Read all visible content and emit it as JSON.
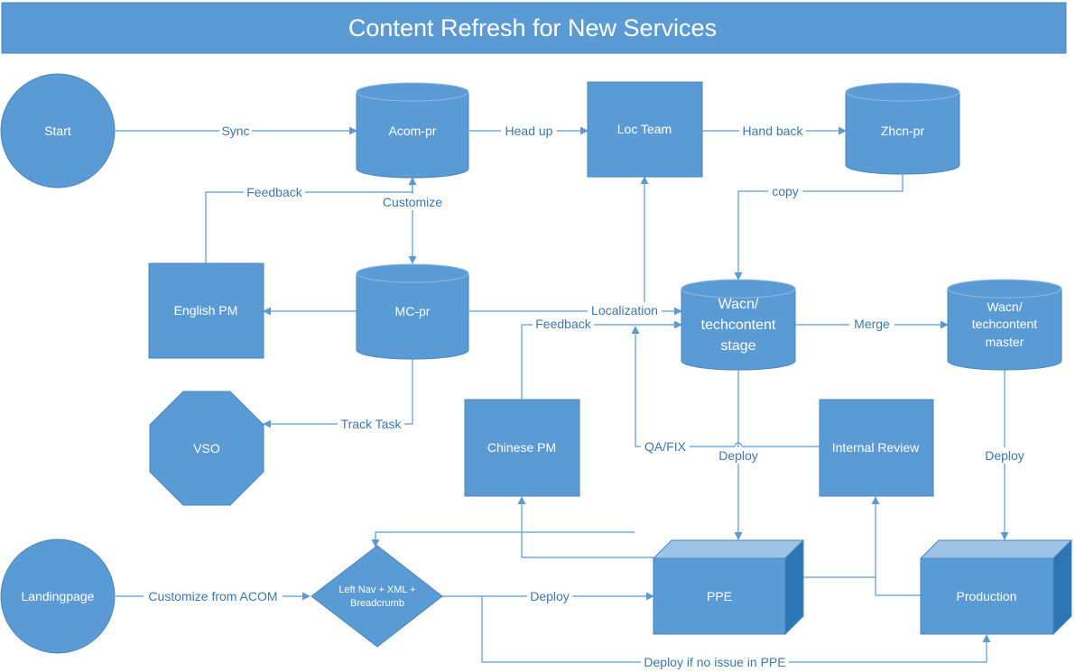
{
  "title": "Content Refresh for New Services",
  "colors": {
    "node_fill": "#5b9bd5",
    "node_stroke": "#4a86bf",
    "edge": "#5b9bd5",
    "label_text": "#3a78b8"
  },
  "nodes": {
    "start": "Start",
    "acom_pr": "Acom-pr",
    "loc_team": "Loc Team",
    "zhcn_pr": "Zhcn-pr",
    "english_pm": "English PM",
    "mc_pr": "MC-pr",
    "wacn_stage": [
      "Wacn/",
      "techcontent",
      "stage"
    ],
    "wacn_master": [
      "Wacn/",
      "techcontent",
      "master"
    ],
    "vso": "VSO",
    "chinese_pm": "Chinese PM",
    "internal_review": "Internal Review",
    "landingpage": "Landingpage",
    "left_nav": [
      "Left Nav + XML +",
      "Breadcrumb"
    ],
    "ppe": "PPE",
    "production": "Production"
  },
  "edges": {
    "sync": "Sync",
    "head_up": "Head up",
    "hand_back": "Hand back",
    "feedback_top": "Feedback",
    "customize": "Customize",
    "copy": "copy",
    "localization": "Localization",
    "feedback_mid": "Feedback",
    "merge": "Merge",
    "track_task": "Track Task",
    "qa_fix": "QA/FIX",
    "deploy_stage": "Deploy",
    "deploy_master": "Deploy",
    "customize_from_acom": "Customize from ACOM",
    "deploy_ppe": "Deploy",
    "deploy_if_no_issue": "Deploy if no issue in PPE"
  }
}
